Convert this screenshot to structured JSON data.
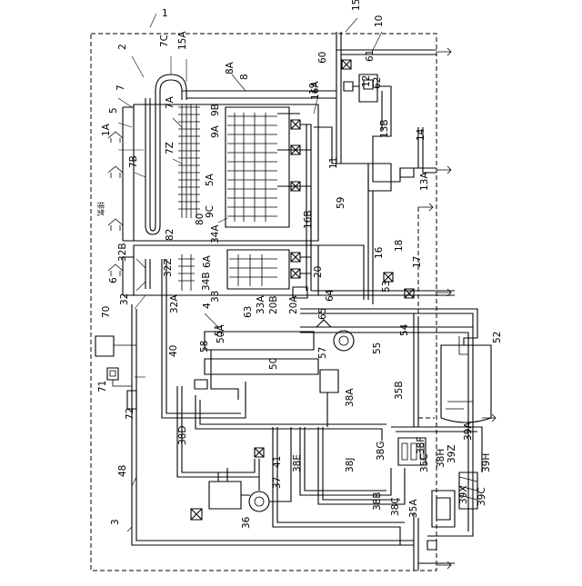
{
  "figure": {
    "vertical_caption": "排気",
    "labels": [
      "1",
      "2",
      "3",
      "4",
      "5",
      "6",
      "7",
      "7A",
      "7B",
      "7C",
      "7Z",
      "8",
      "8A",
      "9A",
      "9B",
      "9C",
      "10",
      "11",
      "12",
      "13A",
      "13B",
      "14",
      "15A",
      "15B",
      "16",
      "16A",
      "16B",
      "17",
      "18",
      "19",
      "20",
      "20A",
      "20B",
      "32",
      "32A",
      "32B",
      "32Z",
      "33",
      "33A",
      "34A",
      "34B",
      "35A",
      "35B",
      "35C",
      "36",
      "37",
      "38A",
      "38B",
      "38C",
      "38D",
      "38E",
      "38F",
      "38H",
      "38J",
      "38G",
      "39A",
      "39C",
      "39H",
      "39X",
      "39Z",
      "40",
      "41",
      "48",
      "50",
      "50A",
      "51",
      "52",
      "53",
      "54",
      "55",
      "57",
      "58",
      "59",
      "60",
      "61",
      "62",
      "63",
      "64",
      "65",
      "70",
      "71",
      "72",
      "80",
      "82",
      "1A",
      "5A",
      "6A"
    ]
  }
}
